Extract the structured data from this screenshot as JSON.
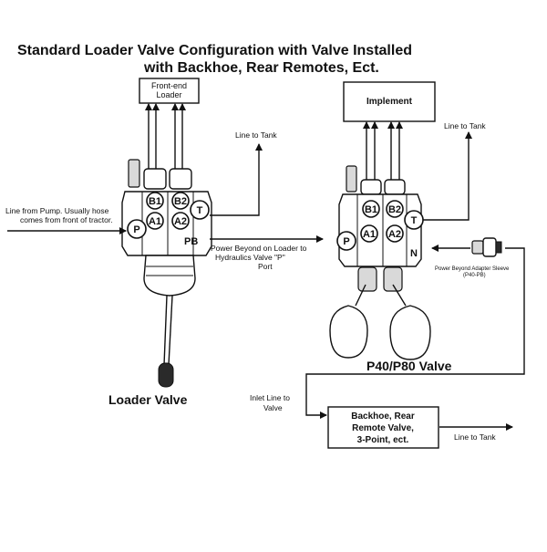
{
  "title": {
    "line1": "Standard Loader Valve Configuration with Valve Installed",
    "line2": "with Backhoe, Rear Remotes, Ect."
  },
  "boxes": {
    "front_end_loader": {
      "line1": "Front-end",
      "line2": "Loader"
    },
    "implement": "Implement",
    "backhoe": {
      "line1": "Backhoe, Rear",
      "line2": "Remote Valve,",
      "line3": "3-Point, ect."
    }
  },
  "labels": {
    "line_to_tank_1": "Line to Tank",
    "line_to_tank_2": "Line to Tank",
    "line_to_tank_3": "Line to Tank",
    "pump_line1": "Line from Pump. Usually hose",
    "pump_line2": "comes from front of tractor.",
    "power_beyond_line1": "Power Beyond on Loader to",
    "power_beyond_line2": "Hydraulics Valve \"P\"",
    "power_beyond_line3": "Port",
    "adapter_line1": "Power Beyond Adapter Sleeve",
    "adapter_line2": "(P40-PB)",
    "inlet_line1": "Inlet Line to",
    "inlet_line2": "Valve",
    "loader_valve": "Loader Valve",
    "p40_valve": "P40/P80 Valve"
  },
  "ports": {
    "loader": {
      "b1": "B1",
      "b2": "B2",
      "a1": "A1",
      "a2": "A2",
      "p": "P",
      "t": "T",
      "pb": "PB"
    },
    "p40": {
      "b1": "B1",
      "b2": "B2",
      "a1": "A1",
      "a2": "A2",
      "p": "P",
      "t": "T",
      "n": "N"
    }
  }
}
